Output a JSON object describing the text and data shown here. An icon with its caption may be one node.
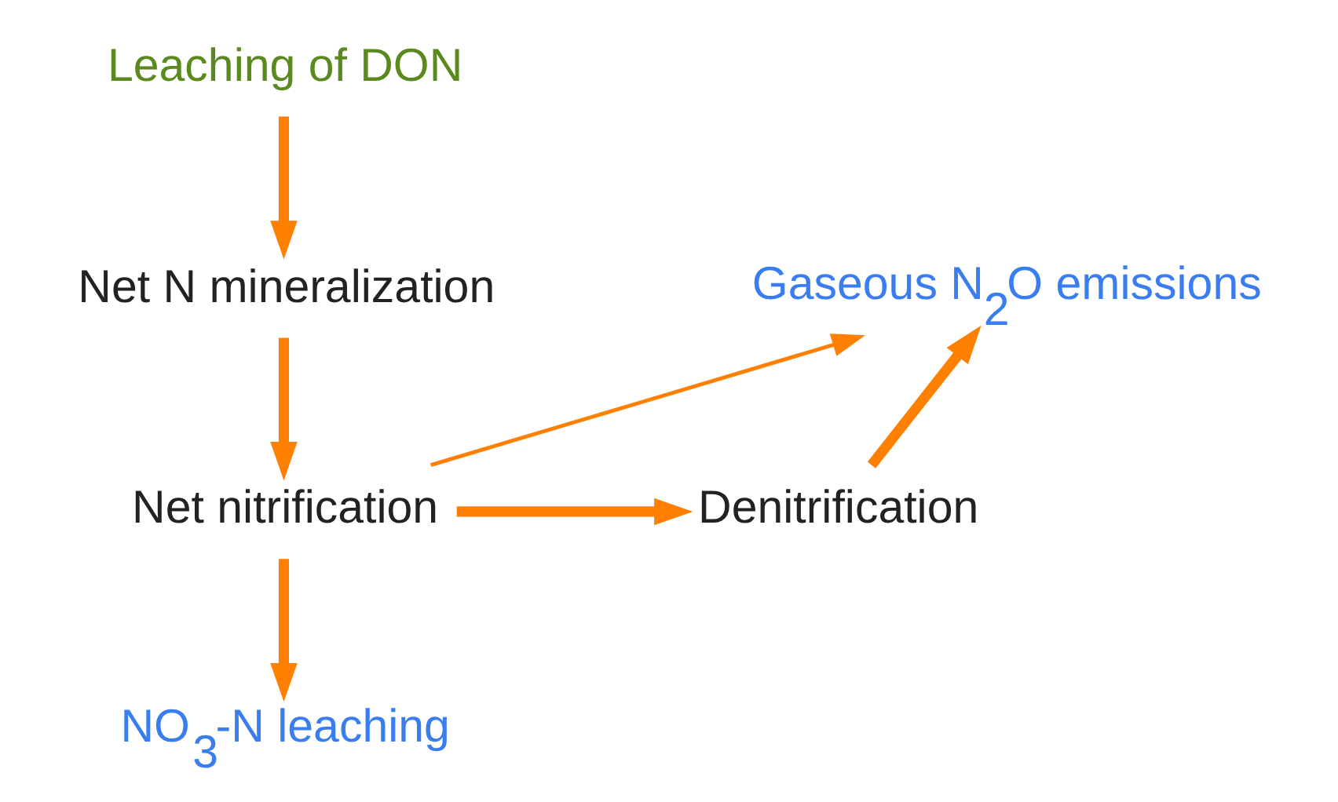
{
  "diagram": {
    "nodes": [
      {
        "text": [
          "Leaching of DON"
        ]
      },
      {
        "text": [
          "Net N mineralization"
        ]
      },
      {
        "text": [
          "Gaseous N$_{2}$O emissions"
        ]
      },
      {
        "text": [
          "Net nitrification"
        ]
      },
      {
        "text": [
          "Denitrification"
        ]
      },
      {
        "text": [
          "NO$_{3}$-N leaching"
        ]
      }
    ],
    "edges": [
      {
        "from": 0,
        "to": 1,
        "arrow": "to"
      },
      {
        "from": 1,
        "to": 3,
        "arrow": "to"
      },
      {
        "from": 3,
        "to": 2,
        "arrow": "to"
      },
      {
        "from": 3,
        "to": 4,
        "arrow": "to"
      },
      {
        "from": 4,
        "to": 2,
        "arrow": "to"
      },
      {
        "from": 3,
        "to": 5,
        "arrow": "to"
      }
    ]
  }
}
